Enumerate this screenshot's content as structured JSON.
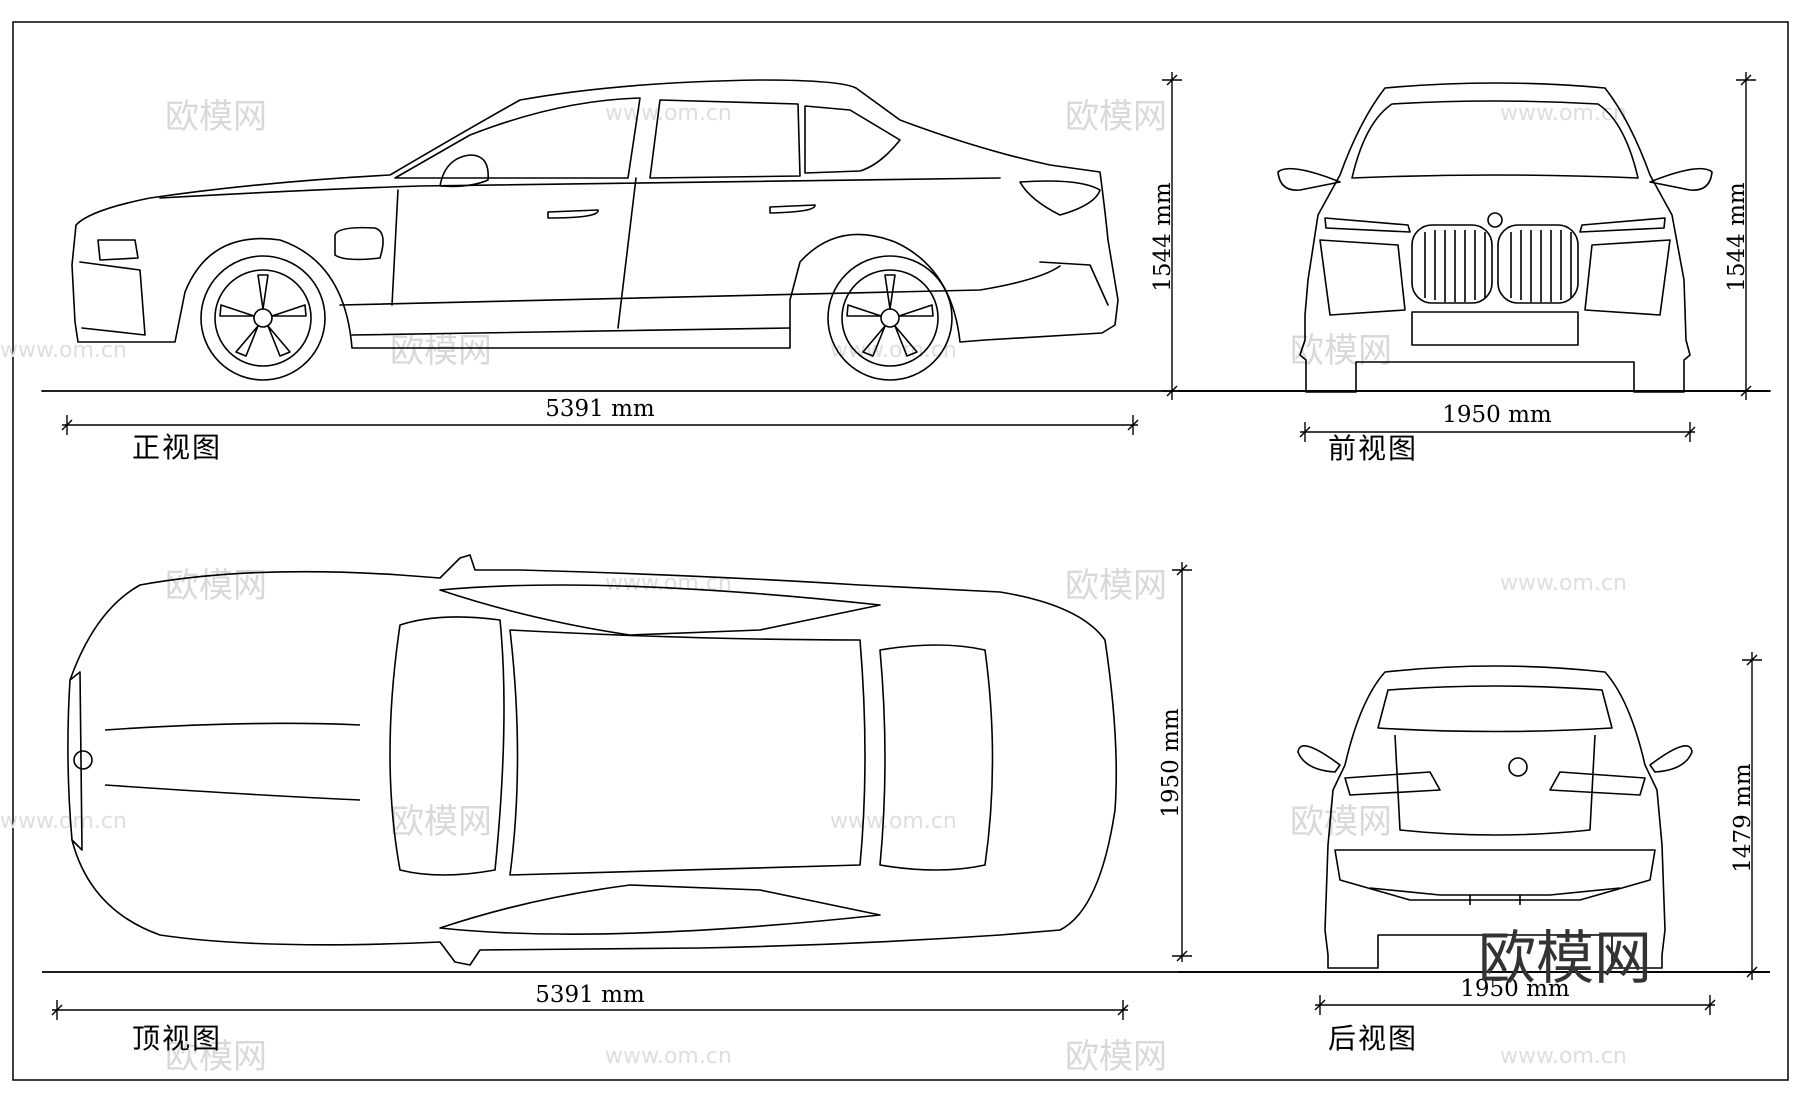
{
  "views": {
    "side": {
      "caption": "正视图",
      "length_label": "5391  mm",
      "height_label": "1544  mm"
    },
    "front": {
      "caption": "前视图",
      "width_label": "1950  mm",
      "height_label": "1544  mm"
    },
    "top": {
      "caption": "顶视图",
      "length_label": "5391  mm",
      "width_label": "1950  mm"
    },
    "rear": {
      "caption": "后视图",
      "width_label": "1950  mm",
      "height_label": "1479  mm"
    }
  },
  "watermark": {
    "brand": "欧模网",
    "url": "www.om.cn",
    "logo_text": "欧模网"
  },
  "colors": {
    "line": "#000000",
    "watermark": "#d9d9d9",
    "background": "#ffffff"
  }
}
